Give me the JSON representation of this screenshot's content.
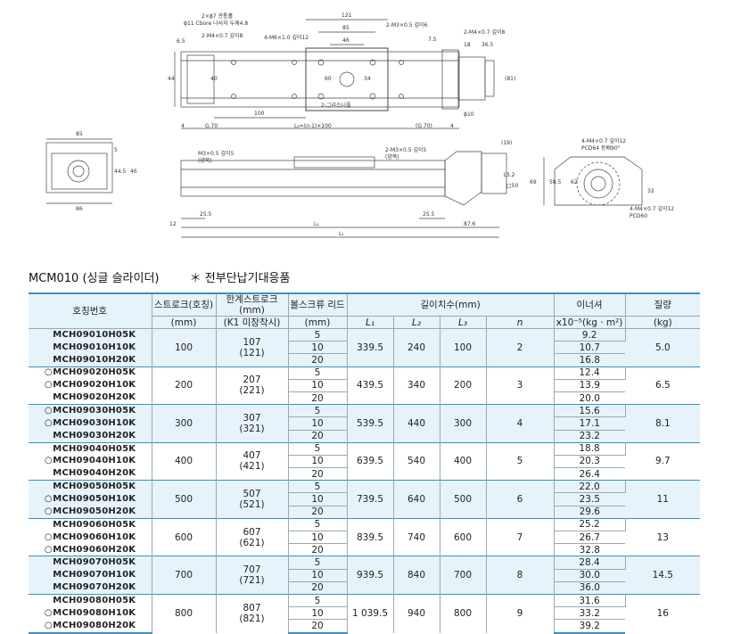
{
  "drawing_top": {
    "labels": [
      "2×ϕ7 관통홀",
      "ϕ11 Cbore 나사자 두께4.8",
      "2-M4×0.7 깊이8",
      "4-M6×1.0 깊이12",
      "121",
      "2-M3×0.5 깊이6",
      "2-M4×0.7 깊이8",
      "85",
      "46",
      "7.5",
      "18",
      "36.5",
      "6.5",
      "44",
      "40",
      "60",
      "34",
      "(81)",
      "100",
      "2-그리스니플",
      "ϕ10",
      "4",
      "G.70",
      "L₃=(n-1)×100",
      "(G.70)",
      "4"
    ]
  },
  "drawing_side": {
    "labels": [
      "85",
      "5",
      "44.5",
      "46",
      "86",
      "M3×0.5 깊이5",
      "(양쪽)",
      "2-M3×0.5 깊이5",
      "(양쪽)",
      "(19)",
      "13.2",
      "□50",
      "25.5",
      "25.5",
      "L₂",
      "L₁",
      "12",
      "87.6",
      "4-M4×0.7 깊이12",
      "PCD64 등배90°",
      "69",
      "58.5",
      "62",
      "32",
      "4-M4×0.7 깊이12",
      "PCD60"
    ]
  },
  "title": "MCM010 (싱글 슬라이더)",
  "note": "＊ 전부단납기대응품",
  "headers": {
    "model": "호칭번호",
    "stroke": "스트로크(호칭)",
    "stroke_unit": "(mm)",
    "limit": "한계스트로크(mm)",
    "limit_sub": "(K1 미장착시)",
    "lead": "볼스크류 리드",
    "lead_unit": "(mm)",
    "length": "길이치수(mm)",
    "l1": "L₁",
    "l2": "L₂",
    "l3": "L₃",
    "n": "n",
    "inertia": "이너셔",
    "inertia_unit": "x10⁻⁵(kg · m²)",
    "mass": "질량",
    "mass_unit": "(kg)"
  },
  "groups": [
    {
      "models": [
        {
          "circle": "",
          "code": "MCH09010H05K"
        },
        {
          "circle": "",
          "code": "MCH09010H10K"
        },
        {
          "circle": "",
          "code": "MCH09010H20K"
        }
      ],
      "stroke": "100",
      "limit": "107",
      "limit_sub": "(121)",
      "leads": [
        "5",
        "10",
        "20"
      ],
      "l1": "339.5",
      "l2": "240",
      "l3": "100",
      "n": "2",
      "inertia": [
        "9.2",
        "10.7",
        "16.8"
      ],
      "mass": "5.0"
    },
    {
      "models": [
        {
          "circle": "○",
          "code": "MCH09020H05K"
        },
        {
          "circle": "○",
          "code": "MCH09020H10K"
        },
        {
          "circle": "",
          "code": "MCH09020H20K"
        }
      ],
      "stroke": "200",
      "limit": "207",
      "limit_sub": "(221)",
      "leads": [
        "5",
        "10",
        "20"
      ],
      "l1": "439.5",
      "l2": "340",
      "l3": "200",
      "n": "3",
      "inertia": [
        "12.4",
        "13.9",
        "20.0"
      ],
      "mass": "6.5"
    },
    {
      "models": [
        {
          "circle": "○",
          "code": "MCH09030H05K"
        },
        {
          "circle": "○",
          "code": "MCH09030H10K"
        },
        {
          "circle": "",
          "code": "MCH09030H20K"
        }
      ],
      "stroke": "300",
      "limit": "307",
      "limit_sub": "(321)",
      "leads": [
        "5",
        "10",
        "20"
      ],
      "l1": "539.5",
      "l2": "440",
      "l3": "300",
      "n": "4",
      "inertia": [
        "15.6",
        "17.1",
        "23.2"
      ],
      "mass": "8.1"
    },
    {
      "models": [
        {
          "circle": "",
          "code": "MCH09040H05K"
        },
        {
          "circle": "○",
          "code": "MCH09040H10K"
        },
        {
          "circle": "",
          "code": "MCH09040H20K"
        }
      ],
      "stroke": "400",
      "limit": "407",
      "limit_sub": "(421)",
      "leads": [
        "5",
        "10",
        "20"
      ],
      "l1": "639.5",
      "l2": "540",
      "l3": "400",
      "n": "5",
      "inertia": [
        "18.8",
        "20.3",
        "26.4"
      ],
      "mass": "9.7"
    },
    {
      "models": [
        {
          "circle": "",
          "code": "MCH09050H05K"
        },
        {
          "circle": "○",
          "code": "MCH09050H10K"
        },
        {
          "circle": "○",
          "code": "MCH09050H20K"
        }
      ],
      "stroke": "500",
      "limit": "507",
      "limit_sub": "(521)",
      "leads": [
        "5",
        "10",
        "20"
      ],
      "l1": "739.5",
      "l2": "640",
      "l3": "500",
      "n": "6",
      "inertia": [
        "22.0",
        "23.5",
        "29.6"
      ],
      "mass": "11"
    },
    {
      "models": [
        {
          "circle": "",
          "code": "MCH09060H05K"
        },
        {
          "circle": "○",
          "code": "MCH09060H10K"
        },
        {
          "circle": "○",
          "code": "MCH09060H20K"
        }
      ],
      "stroke": "600",
      "limit": "607",
      "limit_sub": "(621)",
      "leads": [
        "5",
        "10",
        "20"
      ],
      "l1": "839.5",
      "l2": "740",
      "l3": "600",
      "n": "7",
      "inertia": [
        "25.2",
        "26.7",
        "32.8"
      ],
      "mass": "13"
    },
    {
      "models": [
        {
          "circle": "",
          "code": "MCH09070H05K"
        },
        {
          "circle": "",
          "code": "MCH09070H10K"
        },
        {
          "circle": "",
          "code": "MCH09070H20K"
        }
      ],
      "stroke": "700",
      "limit": "707",
      "limit_sub": "(721)",
      "leads": [
        "5",
        "10",
        "20"
      ],
      "l1": "939.5",
      "l2": "840",
      "l3": "700",
      "n": "8",
      "inertia": [
        "28.4",
        "30.0",
        "36.0"
      ],
      "mass": "14.5"
    },
    {
      "models": [
        {
          "circle": "",
          "code": "MCH09080H05K"
        },
        {
          "circle": "○",
          "code": "MCH09080H10K"
        },
        {
          "circle": "○",
          "code": "MCH09080H20K"
        }
      ],
      "stroke": "800",
      "limit": "807",
      "limit_sub": "(821)",
      "leads": [
        "5",
        "10",
        "20"
      ],
      "l1": "1 039.5",
      "l2": "940",
      "l3": "800",
      "n": "9",
      "inertia": [
        "31.6",
        "33.2",
        "39.2"
      ],
      "mass": "16"
    }
  ]
}
